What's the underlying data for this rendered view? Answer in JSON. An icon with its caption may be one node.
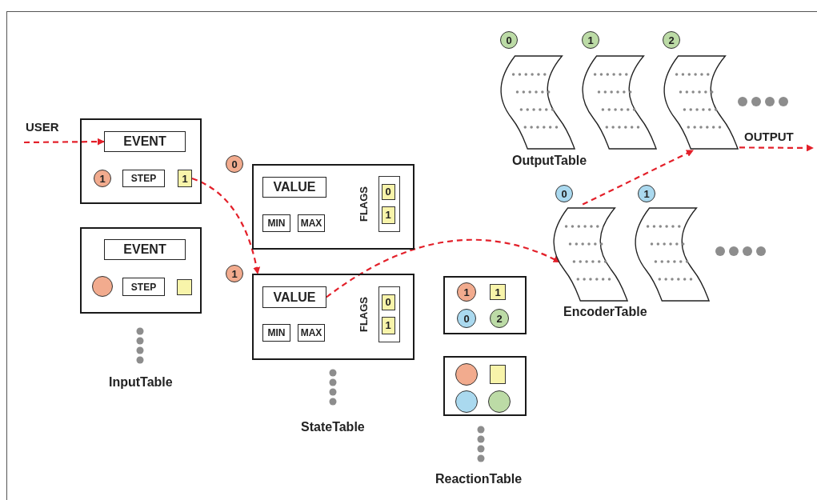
{
  "diagram": {
    "nodes": [
      {
        "text": [],
        "shape": "box"
      },
      {
        "text": [
          "EVENT"
        ],
        "in": 0
      },
      {
        "text": [
          "1"
        ],
        "in": 0
      },
      {
        "text": [
          "STEP"
        ],
        "in": 0
      },
      {
        "text": [
          "1"
        ],
        "in": 0
      },
      {
        "text": [],
        "shape": "box"
      },
      {
        "text": [
          "EVENT"
        ],
        "in": 5
      },
      {
        "text": [],
        "shape": "circle",
        "in": 5
      },
      {
        "text": [
          "STEP"
        ],
        "in": 5
      },
      {
        "text": [],
        "shape": "box",
        "in": 5
      },
      {
        "text": [
          "0"
        ]
      },
      {
        "text": [],
        "shape": "box"
      },
      {
        "text": [
          "VALUE"
        ],
        "in": 11
      },
      {
        "text": [
          "MIN"
        ],
        "in": 11
      },
      {
        "text": [
          "MAX"
        ],
        "in": 11
      },
      {
        "text": [
          "FLAGS"
        ],
        "in": 11
      },
      {
        "text": [
          "0"
        ],
        "in": 15
      },
      {
        "text": [
          "1"
        ],
        "in": 15
      },
      {
        "text": [
          "1"
        ]
      },
      {
        "text": [],
        "shape": "box"
      },
      {
        "text": [
          "VALUE"
        ],
        "in": 19
      },
      {
        "text": [
          "MIN"
        ],
        "in": 19
      },
      {
        "text": [
          "MAX"
        ],
        "in": 19
      },
      {
        "text": [
          "FLAGS"
        ],
        "in": 19
      },
      {
        "text": [
          "0"
        ],
        "in": 23
      },
      {
        "text": [
          "1"
        ],
        "in": 23
      },
      {
        "text": [],
        "shape": "box"
      },
      {
        "text": [
          "1"
        ],
        "in": 26
      },
      {
        "text": [
          "1"
        ],
        "in": 26
      },
      {
        "text": [
          "0"
        ],
        "in": 26
      },
      {
        "text": [
          "2"
        ],
        "in": 26
      },
      {
        "text": [],
        "shape": "box"
      },
      {
        "text": [],
        "shape": "circle",
        "in": 31
      },
      {
        "text": [],
        "shape": "box",
        "in": 31
      },
      {
        "text": [],
        "shape": "circle",
        "in": 31
      },
      {
        "text": [],
        "shape": "circle",
        "in": 31
      },
      {
        "text": [
          "0"
        ]
      },
      {
        "text": [],
        "shape": "scroll"
      },
      {
        "text": [
          "1"
        ]
      },
      {
        "text": [],
        "shape": "scroll"
      },
      {
        "text": [
          "0"
        ]
      },
      {
        "text": [],
        "shape": "scroll"
      },
      {
        "text": [
          "1"
        ]
      },
      {
        "text": [],
        "shape": "scroll"
      },
      {
        "text": [
          "2"
        ]
      },
      {
        "text": [],
        "shape": "scroll"
      }
    ],
    "edges": [
      {
        "from": null,
        "to": 1,
        "arrow": "to",
        "label": "USER",
        "style": "dashed",
        "color": "#e3202a"
      },
      {
        "from": 4,
        "to": 19,
        "arrow": "to",
        "style": "dashed",
        "color": "#e3202a"
      },
      {
        "from": 20,
        "to": 37,
        "arrow": "to",
        "style": "dashed",
        "color": "#e3202a"
      },
      {
        "from": 37,
        "to": 45,
        "arrow": "to",
        "style": "dashed",
        "color": "#e3202a"
      },
      {
        "from": 45,
        "to": null,
        "arrow": "to",
        "label": "OUTPUT",
        "style": "dashed",
        "color": "#e3202a"
      }
    ],
    "labels": [
      "OutputTable",
      "EncoderTable",
      "InputTable",
      "StateTable",
      "ReactionTable"
    ]
  }
}
